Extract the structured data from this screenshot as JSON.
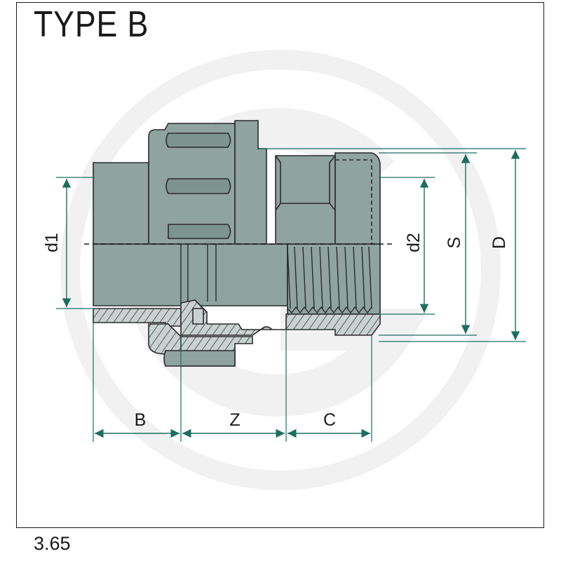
{
  "title": "TYPE B",
  "page_number": "3.65",
  "colors": {
    "body_fill": "#8fa39f",
    "body_fill_dark": "#7d938e",
    "section_fill": "#c9d2d0",
    "outline": "#2b2b2b",
    "dimension_line": "#1b6f5f",
    "watermark": "#f2f2f2"
  },
  "dimensions": {
    "d1": "d1",
    "d2": "d2",
    "S": "S",
    "D": "D",
    "B": "B",
    "Z": "Z",
    "C": "C"
  },
  "watermark": "logo-watermark"
}
